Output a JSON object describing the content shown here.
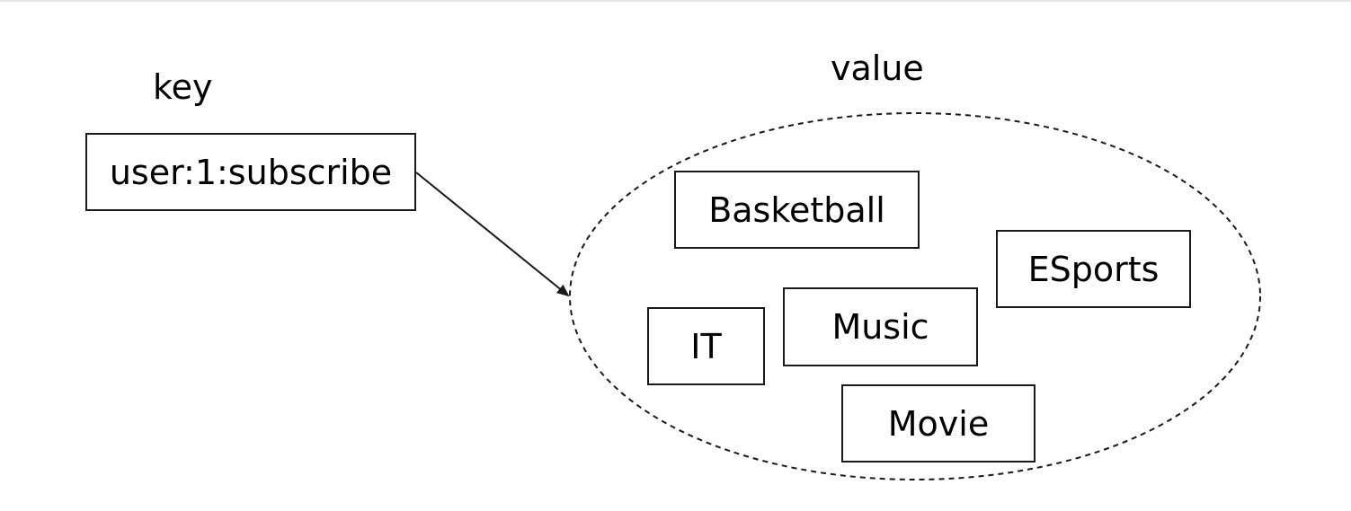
{
  "key_label": "key",
  "value_label": "value",
  "key_box": "user:1:subscribe",
  "members": {
    "basketball": "Basketball",
    "esports": "ESports",
    "it": "IT",
    "music": "Music",
    "movie": "Movie"
  },
  "colors": {
    "stroke": "#1a1a1a",
    "background": "#ffffff"
  }
}
